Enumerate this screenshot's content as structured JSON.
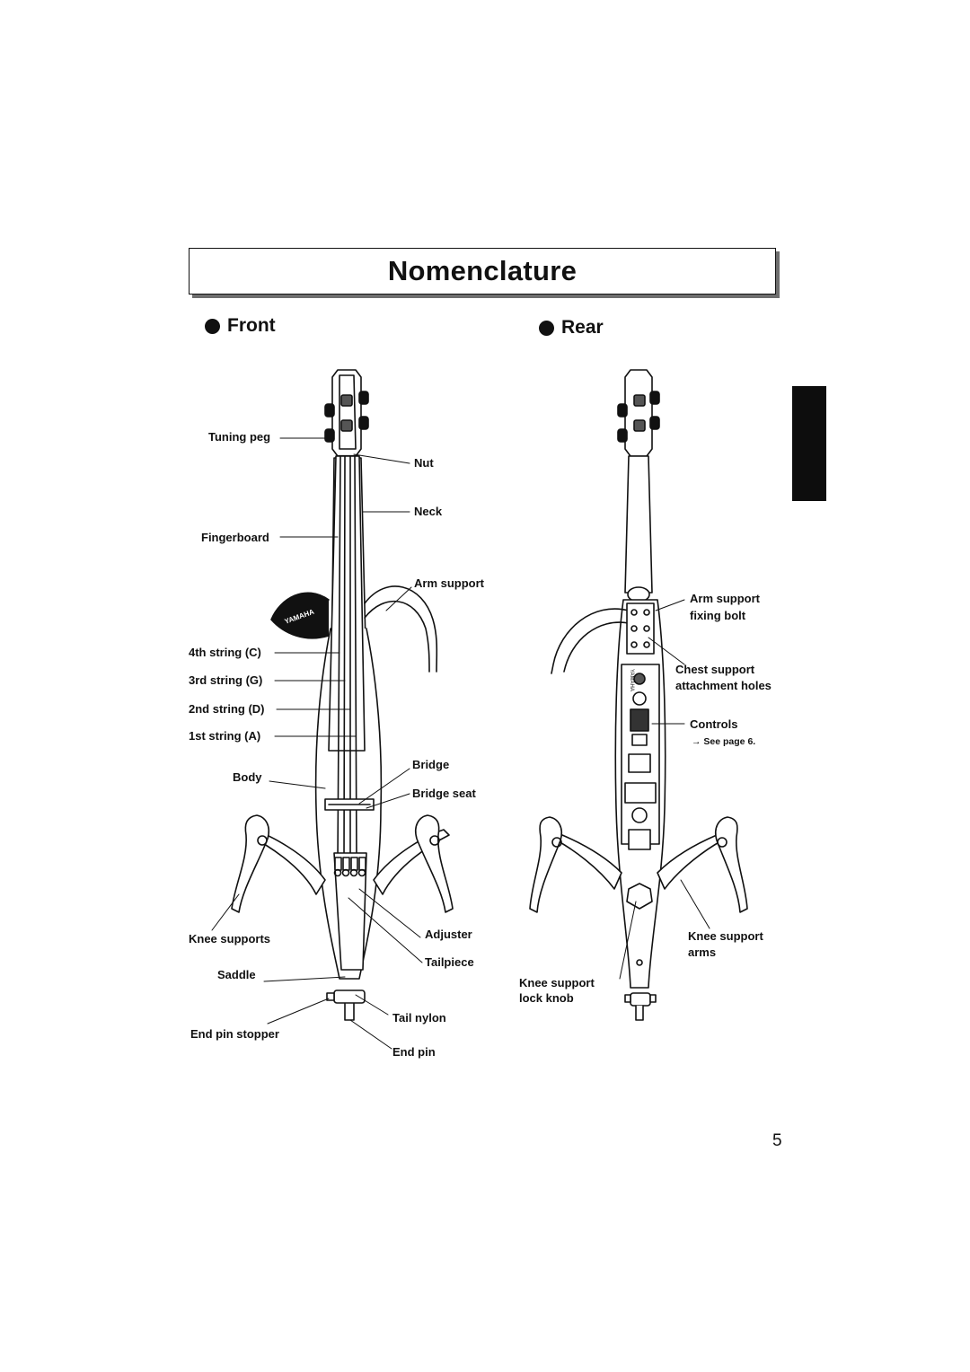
{
  "title": "Nomenclature",
  "page_number": "5",
  "front": {
    "heading": "Front",
    "labels": {
      "tuning_peg": "Tuning peg",
      "nut": "Nut",
      "neck": "Neck",
      "fingerboard": "Fingerboard",
      "arm_support": "Arm support",
      "string4": "4th string (C)",
      "string3": "3rd string (G)",
      "string2": "2nd string (D)",
      "string1": "1st string (A)",
      "bridge": "Bridge",
      "body": "Body",
      "bridge_seat": "Bridge seat",
      "knee_supports": "Knee supports",
      "adjuster": "Adjuster",
      "tailpiece": "Tailpiece",
      "saddle": "Saddle",
      "tail_nylon": "Tail nylon",
      "end_pin_stopper": "End pin stopper",
      "end_pin": "End pin"
    },
    "logo_text": "YAMAHA"
  },
  "rear": {
    "heading": "Rear",
    "labels": {
      "arm_support_fixing_bolt_1": "Arm support",
      "arm_support_fixing_bolt_2": "fixing bolt",
      "chest_support_1": "Chest support",
      "chest_support_2": "attachment holes",
      "controls": "Controls",
      "see_page": "→ See page 6.",
      "knee_support_arms_1": "Knee support",
      "knee_support_arms_2": "arms",
      "knee_support_lock_knob_1": "Knee support",
      "knee_support_lock_knob_2": "lock knob"
    },
    "logo_text": "YAMAHA"
  }
}
